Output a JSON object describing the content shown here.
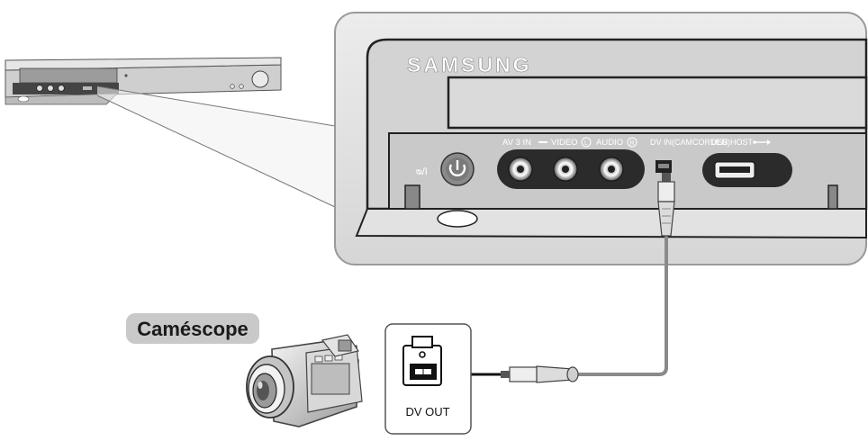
{
  "brand": "SAMSUNG",
  "panel_labels": {
    "power": "ᴓ/I",
    "av_in": "AV 3 IN",
    "video": "VIDEO",
    "audio": "AUDIO",
    "audio_left": "L",
    "audio_right": "R",
    "dv_in": "DV IN(CAMCORDER)",
    "usb_host": "USB HOST"
  },
  "device_label": "Caméscope",
  "dv_out_label": "DV OUT",
  "colors": {
    "panel_bg": "#e4e4e4",
    "faceplate": "#d0d0d0",
    "dark_strip": "#2b2b2b",
    "cable": "#8a8a8a",
    "label_bubble": "#c9c9c9"
  }
}
